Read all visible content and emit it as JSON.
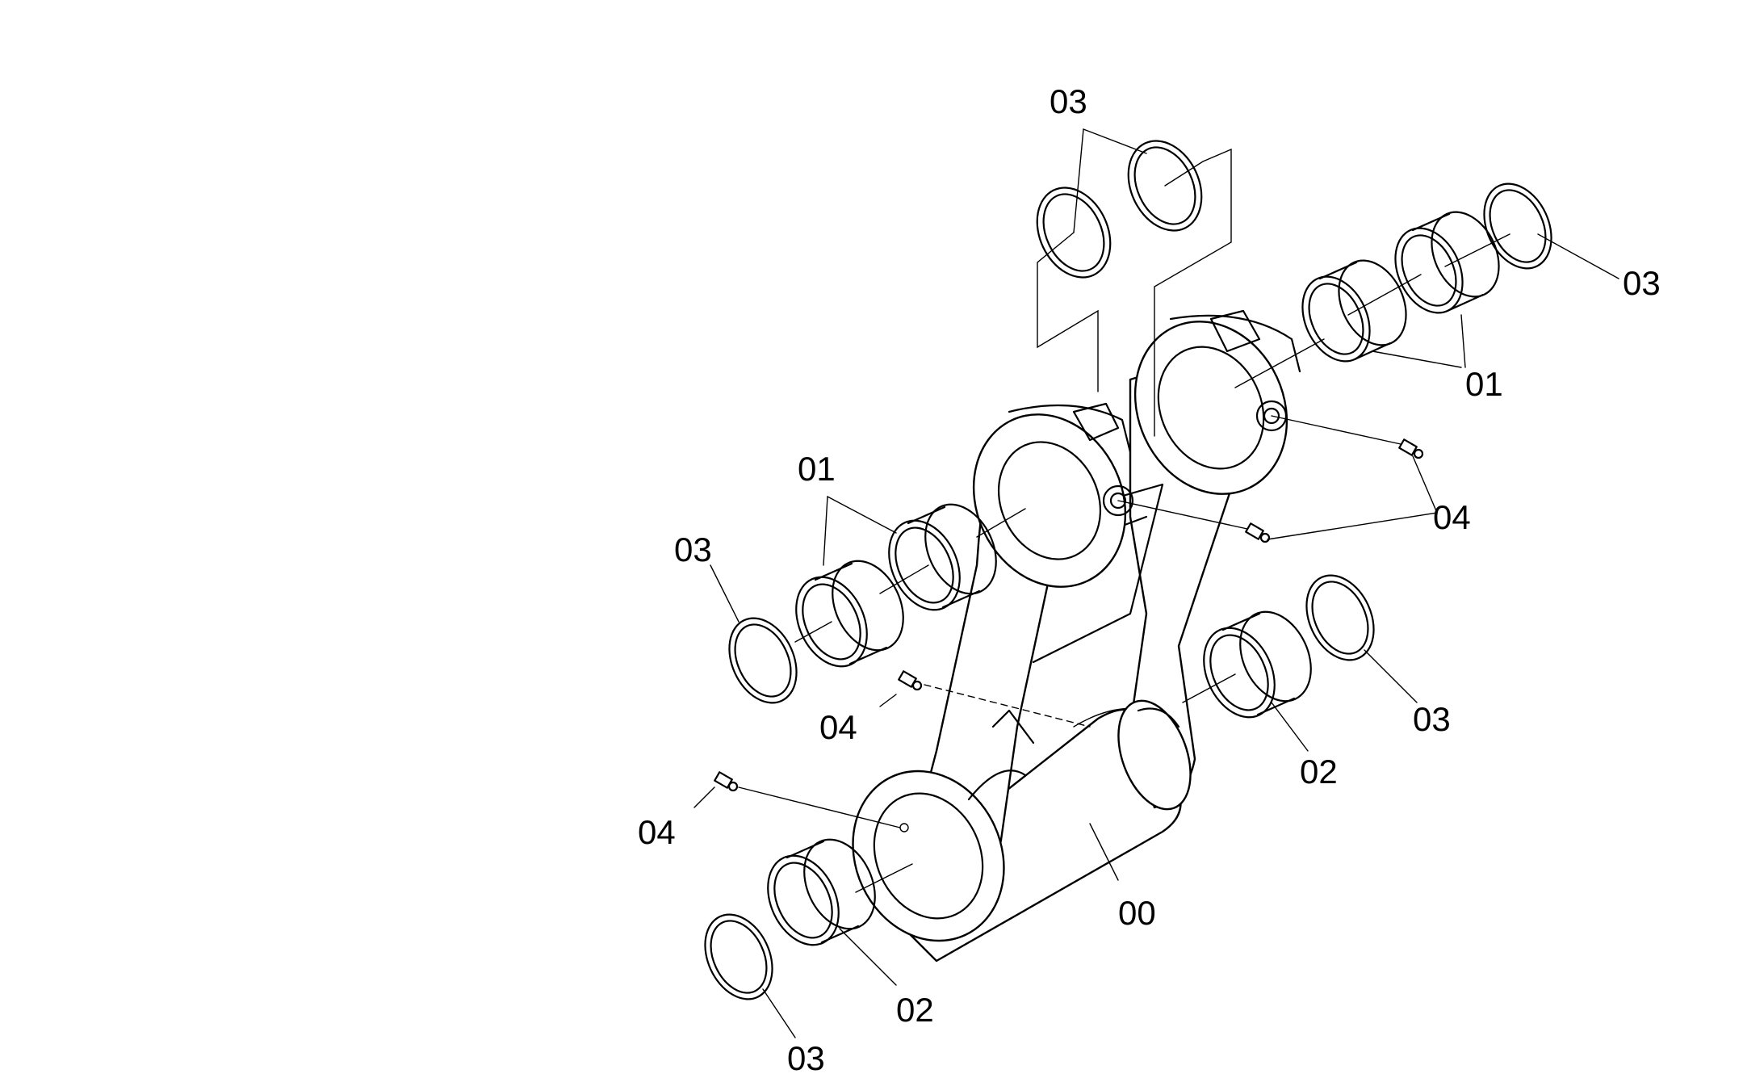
{
  "diagram": {
    "callouts": {
      "top_seals": "03",
      "right_seal": "03",
      "right_bushings": "01",
      "right_fittings": "04",
      "left_bushings": "01",
      "left_seal": "03",
      "left_fitting": "04",
      "right_lower_seal": "03",
      "right_lower_bushing": "02",
      "lower_fitting": "04",
      "lower_bushing": "02",
      "body": "00",
      "bottom_seal": "03"
    }
  }
}
